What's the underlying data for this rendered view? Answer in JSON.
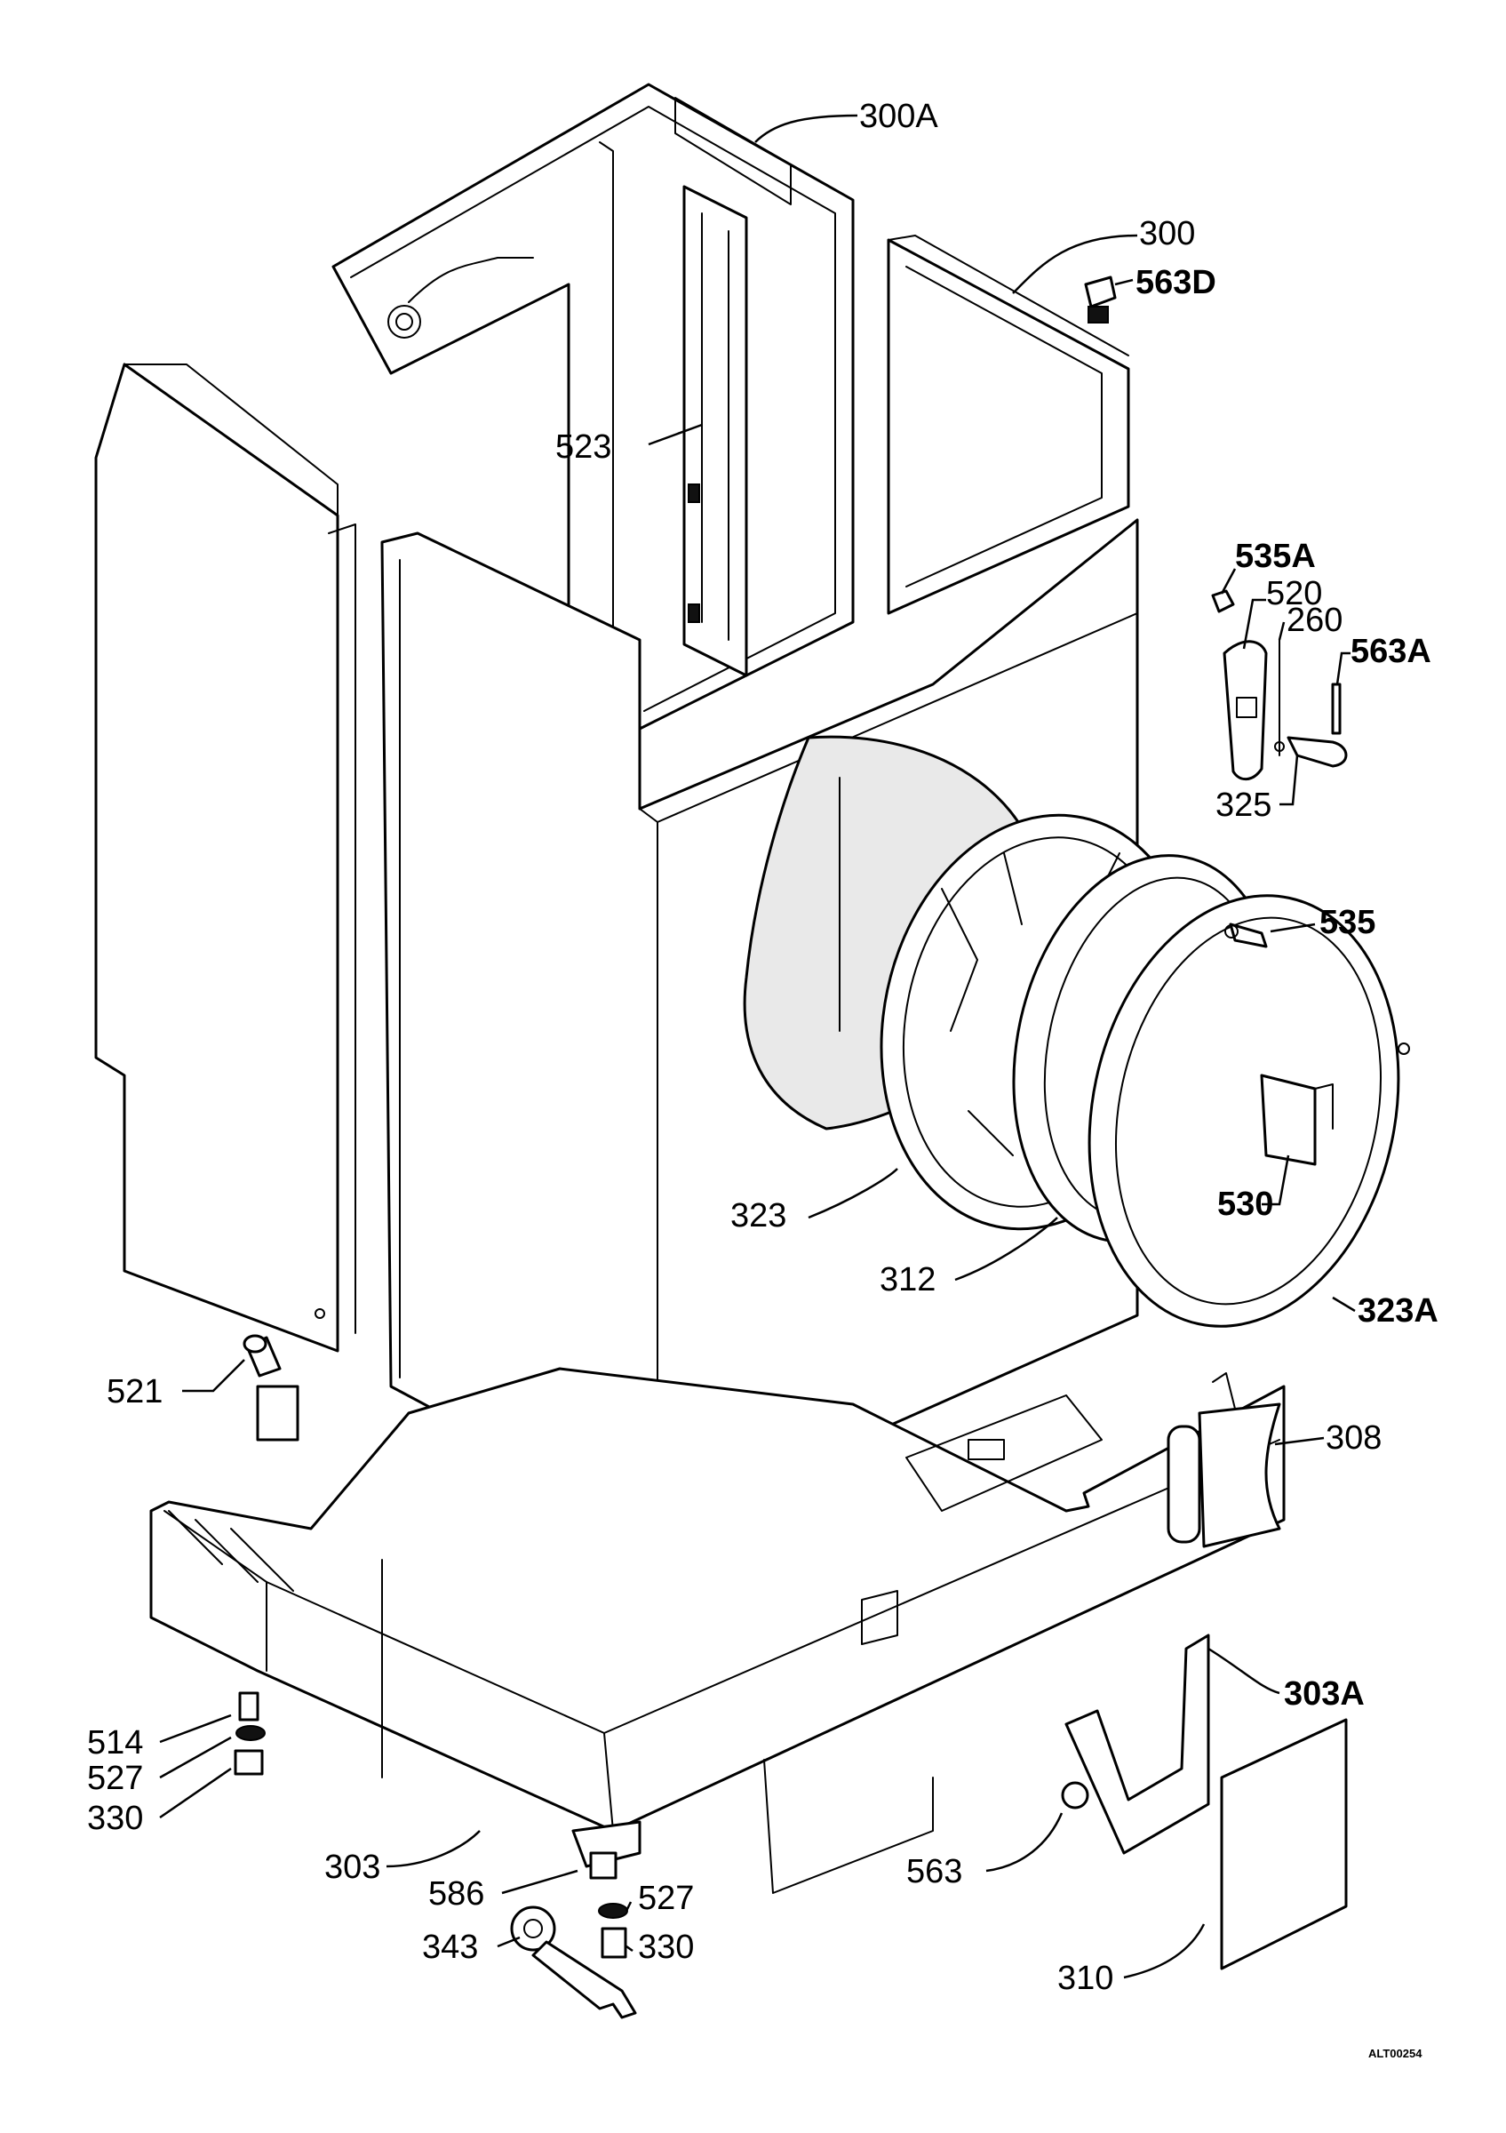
{
  "diagram": {
    "drawing_code": "ALT00254",
    "callouts": [
      {
        "id": "c300A",
        "text": "300A"
      },
      {
        "id": "c300",
        "text": "300"
      },
      {
        "id": "c563D",
        "text": "563D"
      },
      {
        "id": "c523",
        "text": "523"
      },
      {
        "id": "c535A",
        "text": "535A"
      },
      {
        "id": "c520",
        "text": "520"
      },
      {
        "id": "c260",
        "text": "260"
      },
      {
        "id": "c563A",
        "text": "563A"
      },
      {
        "id": "c325",
        "text": "325"
      },
      {
        "id": "c535",
        "text": "535"
      },
      {
        "id": "c530",
        "text": "530"
      },
      {
        "id": "c323",
        "text": "323"
      },
      {
        "id": "c312",
        "text": "312"
      },
      {
        "id": "c323A",
        "text": "323A"
      },
      {
        "id": "c521",
        "text": "521"
      },
      {
        "id": "c308",
        "text": "308"
      },
      {
        "id": "c303A",
        "text": "303A"
      },
      {
        "id": "c514",
        "text": "514"
      },
      {
        "id": "c527L",
        "text": "527"
      },
      {
        "id": "c330L",
        "text": "330"
      },
      {
        "id": "c303",
        "text": "303"
      },
      {
        "id": "c586",
        "text": "586"
      },
      {
        "id": "c527R",
        "text": "527"
      },
      {
        "id": "c343",
        "text": "343"
      },
      {
        "id": "c330R",
        "text": "330"
      },
      {
        "id": "c563",
        "text": "563"
      },
      {
        "id": "c310",
        "text": "310"
      }
    ]
  }
}
